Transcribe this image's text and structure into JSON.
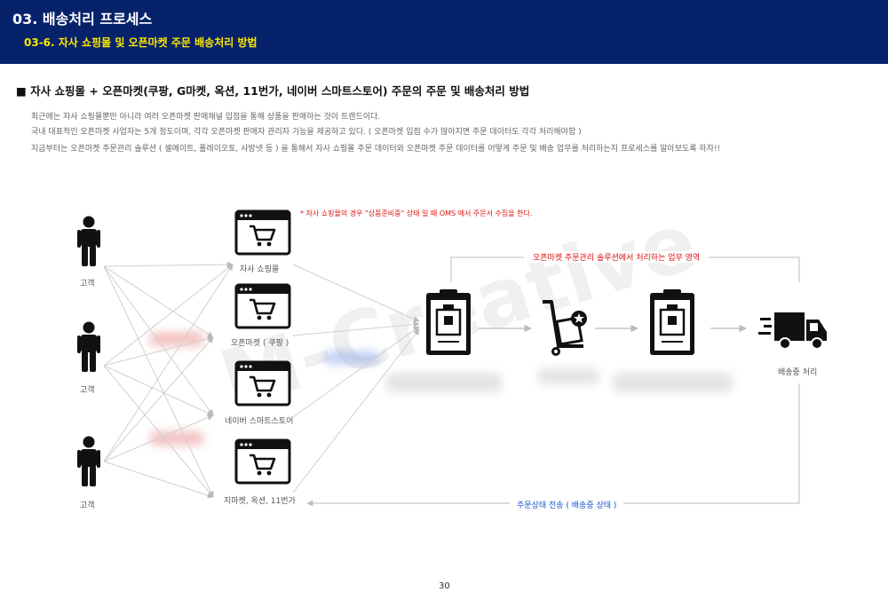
{
  "header": {
    "title": "03. 배송처리 프로세스",
    "subtitle": "03-6. 자사 쇼핑몰 및 오픈마켓 주문 배송처리 방법",
    "bg_color": "#05226b",
    "subtitle_color": "#ffe600"
  },
  "section": {
    "heading": "■ 자사 쇼핑몰 + 오픈마켓(쿠팡, G마켓, 옥션, 11번가, 네이버 스마트스토어) 주문의 주문 및 배송처리 방법",
    "paragraphs": [
      "최근에는 자사 쇼핑몰뿐만 아니라 여러 오픈마켓 판매채널 입점을 통해 상품을 판매하는 것이 트렌드이다.",
      "국내 대표적인 오픈마켓 사업자는 5개 정도이며, 각각 오픈마켓 판매자 관리자 기능을 제공하고 있다. ( 오픈마켓 입점 수가 많아지면 주문 데이터도 각각 처리해야함 )",
      "지금부터는 오픈마켓 주문관리 솔루션 ( 셀메이트, 플레이오토, 사방넷 등 ) 을 통해서 자사 쇼핑몰 주문 데이터와 오픈마켓 주문 데이터를 어떻게 주문 및 배송 업무를 처리하는지 프로세스를 알아보도록 하자!!"
    ]
  },
  "diagram": {
    "customers": [
      "고객",
      "고객",
      "고객"
    ],
    "channels": [
      "자사 쇼핑몰",
      "오픈마켓 ( 쿠팡 )",
      "네이버 스마트스토어",
      "지마켓, 옥션, 11번가"
    ],
    "note": "* 자사 쇼핑몰의 경우 \"상품준비중\" 상태 일 때 OMS 에서 주문서 수집을 한다.",
    "oms_area_label": "오픈마켓 주문관리 솔루션에서 처리하는 업무 영역",
    "delivery_label": "배송중 처리",
    "status_label": "주문상태 전송 ( 배송중 상태 )",
    "watermark": "M-Creative",
    "accent_red": "#dd1111",
    "accent_blue": "#1a56d6"
  },
  "page_number": "30"
}
